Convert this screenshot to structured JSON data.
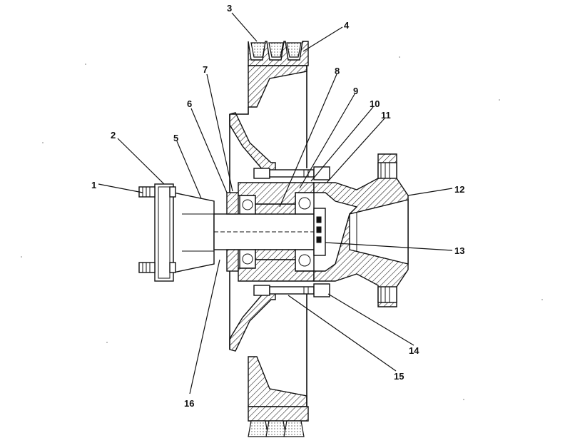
{
  "callouts": [
    {
      "id": "c1",
      "number": "1"
    },
    {
      "id": "c2",
      "number": "2"
    },
    {
      "id": "c3",
      "number": "3"
    },
    {
      "id": "c4",
      "number": "4"
    },
    {
      "id": "c5",
      "number": "5"
    },
    {
      "id": "c6",
      "number": "6"
    },
    {
      "id": "c7",
      "number": "7"
    },
    {
      "id": "c8",
      "number": "8"
    },
    {
      "id": "c9",
      "number": "9"
    },
    {
      "id": "c10",
      "number": "10"
    },
    {
      "id": "c11",
      "number": "11"
    },
    {
      "id": "c12",
      "number": "12"
    },
    {
      "id": "c13",
      "number": "13"
    },
    {
      "id": "c14",
      "number": "14"
    },
    {
      "id": "c15",
      "number": "15"
    },
    {
      "id": "c16",
      "number": "16"
    }
  ],
  "colors": {
    "ink": "#111111",
    "paper": "#ffffff"
  }
}
